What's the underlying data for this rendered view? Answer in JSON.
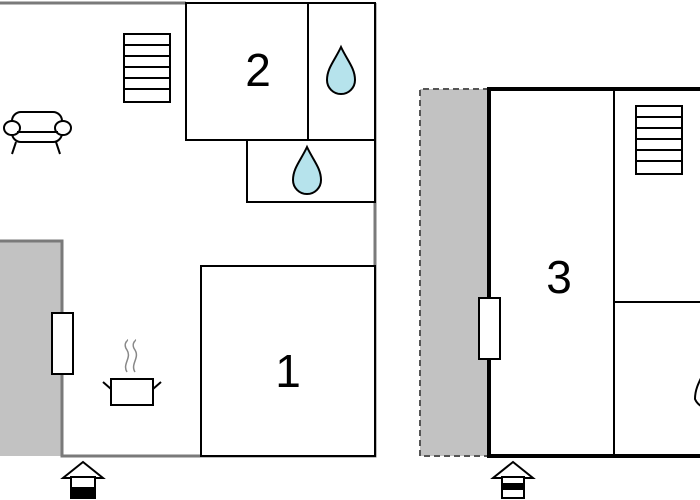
{
  "rooms": [
    {
      "id": "room-2",
      "number": "2"
    },
    {
      "id": "room-1",
      "number": "1"
    },
    {
      "id": "room-3",
      "number": "3"
    }
  ],
  "icons": [
    "stairs-icon",
    "sofa-icon",
    "water-drop-icon",
    "cooking-pot-icon",
    "entrance-arrow-icon"
  ],
  "colors": {
    "wall": "#000000",
    "wall_light": "#7a7a7a",
    "terrace_fill": "#c2c2c2",
    "water_fill": "#b6e3ec",
    "background": "#ffffff"
  }
}
